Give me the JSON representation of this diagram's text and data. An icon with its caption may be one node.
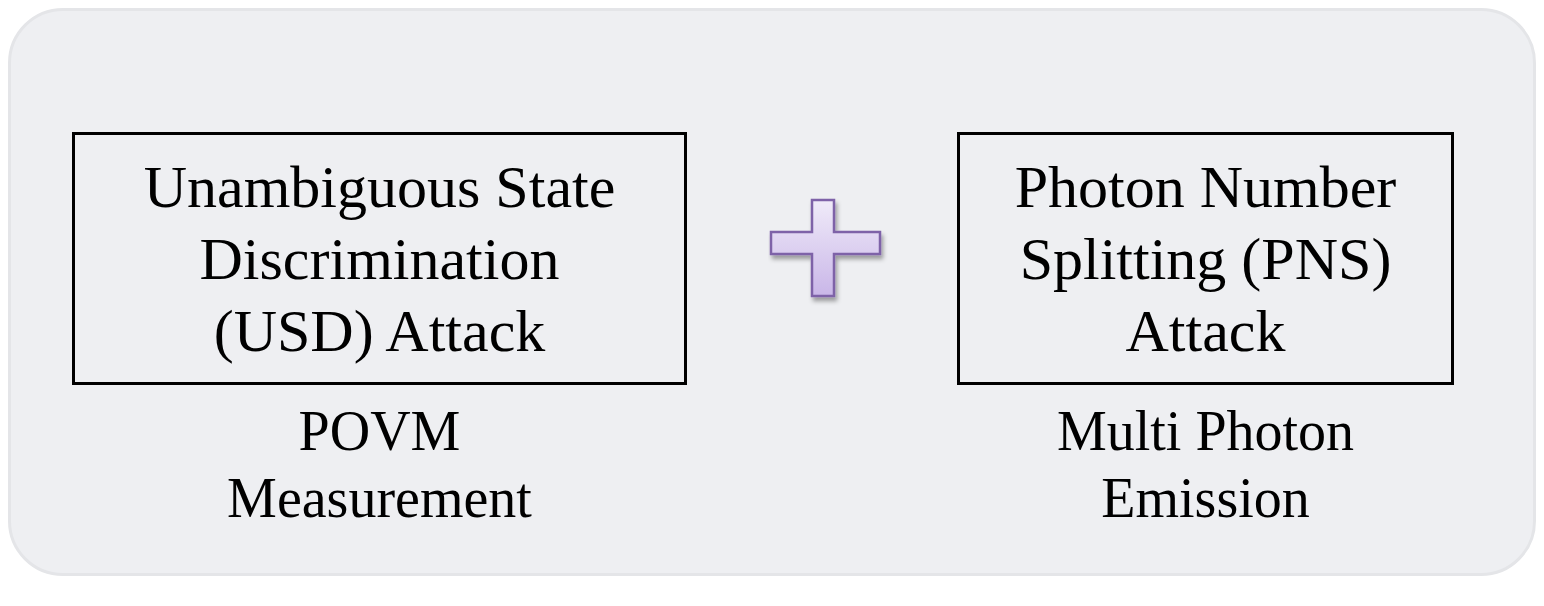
{
  "diagram": {
    "nodes": [
      {
        "text": [],
        "shape": "box"
      },
      {
        "text": [
          "Unambiguous State Discrimination (USD) Attack"
        ],
        "in": 0,
        "beside": [
          "POVM Measurement"
        ]
      },
      {
        "text": [
          "Photon Number Splitting (PNS) Attack"
        ],
        "in": 0,
        "beside": [
          "Multi Photon Emission"
        ]
      }
    ]
  }
}
